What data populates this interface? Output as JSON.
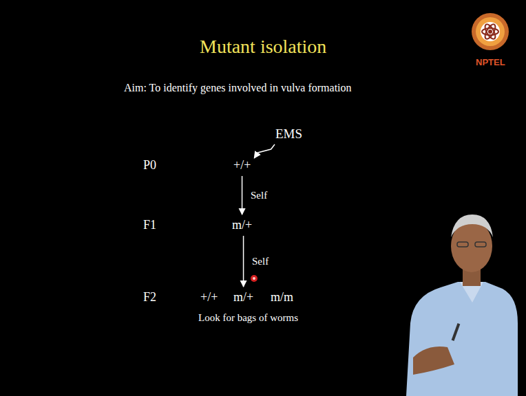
{
  "diagram": {
    "title": "Mutant isolation",
    "nodes": [
      {
        "text": [
          "EMS"
        ]
      },
      {
        "text": [
          "+/+"
        ]
      },
      {
        "text": [
          "m/+"
        ]
      },
      {
        "text": [
          "+/+"
        ]
      },
      {
        "text": [
          "m/+"
        ]
      },
      {
        "text": [
          "m/m"
        ]
      }
    ],
    "edges": [
      {
        "from": 0,
        "to": 1,
        "arrow": "to"
      },
      {
        "from": 1,
        "to": 2,
        "label": "Self",
        "arrow": "to"
      },
      {
        "from": 2,
        "to": 4,
        "label": "Self",
        "arrow": "to"
      }
    ],
    "labels": [
      "Aim: To identify genes involved in vulva formation",
      "P0",
      "F1",
      "F2",
      "Look for bags of worms",
      "NPTEL"
    ]
  }
}
